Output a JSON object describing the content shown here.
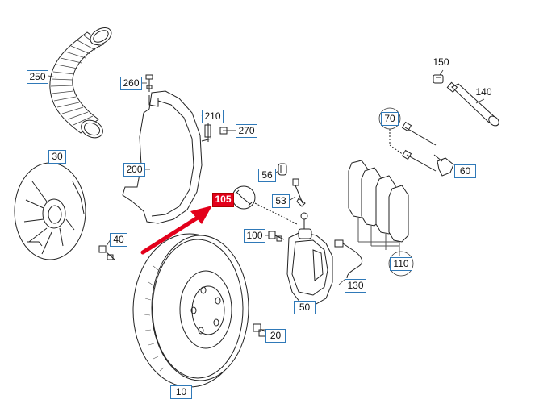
{
  "diagram": {
    "highlight_color": "#e3001b",
    "callout_border_color": "#2f79b8",
    "parts": [
      {
        "id": "p250",
        "label": "250"
      },
      {
        "id": "p260",
        "label": "260"
      },
      {
        "id": "p210",
        "label": "210"
      },
      {
        "id": "p270",
        "label": "270"
      },
      {
        "id": "p200",
        "label": "200"
      },
      {
        "id": "p30",
        "label": "30"
      },
      {
        "id": "p40",
        "label": "40"
      },
      {
        "id": "p56",
        "label": "56"
      },
      {
        "id": "p53",
        "label": "53"
      },
      {
        "id": "p105",
        "label": "105"
      },
      {
        "id": "p100",
        "label": "100"
      },
      {
        "id": "p150",
        "label": "150"
      },
      {
        "id": "p140",
        "label": "140"
      },
      {
        "id": "p70",
        "label": "70"
      },
      {
        "id": "p60",
        "label": "60"
      },
      {
        "id": "p110",
        "label": "110"
      },
      {
        "id": "p130",
        "label": "130"
      },
      {
        "id": "p50",
        "label": "50"
      },
      {
        "id": "p20",
        "label": "20"
      },
      {
        "id": "p10",
        "label": "10"
      }
    ]
  }
}
